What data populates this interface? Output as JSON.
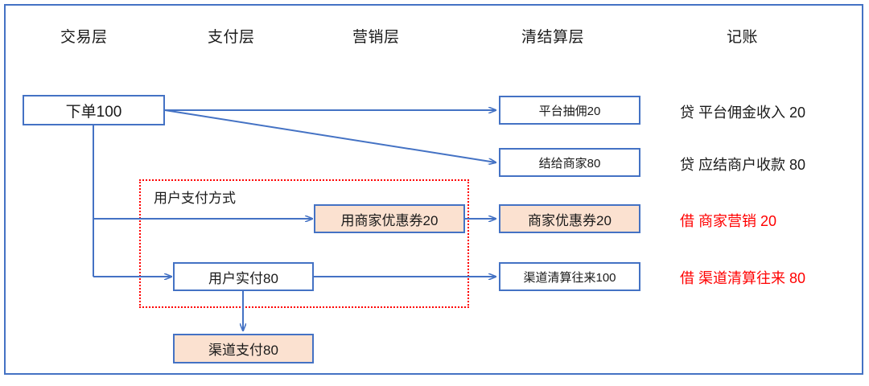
{
  "diagram": {
    "frame_color": "#4472c4",
    "box_border_color": "#4472c4",
    "box_fill_highlight": "#fbe1d0",
    "group_border_color": "#ff0000",
    "ledger_credit_color": "#1a1a1a",
    "ledger_debit_color": "#ff0000",
    "columns": [
      {
        "label": "交易层"
      },
      {
        "label": "支付层"
      },
      {
        "label": "营销层"
      },
      {
        "label": "清结算层"
      },
      {
        "label": "记账"
      }
    ],
    "group": {
      "label": "用户支付方式"
    },
    "nodes": [
      {
        "id": "order",
        "label": "下单100"
      },
      {
        "id": "platform-commission",
        "label": "平台抽佣20"
      },
      {
        "id": "settle-merchant",
        "label": "结给商家80"
      },
      {
        "id": "use-merchant-coupon",
        "label": "用商家优惠券20"
      },
      {
        "id": "merchant-coupon",
        "label": "商家优惠券20"
      },
      {
        "id": "user-actual-pay",
        "label": "用户实付80"
      },
      {
        "id": "channel-clearing",
        "label": "渠道清算往来100"
      },
      {
        "id": "channel-payment",
        "label": "渠道支付80"
      }
    ],
    "ledger_entries": [
      {
        "id": "entry-commission-income",
        "text": "贷 平台佣金收入 20",
        "type": "credit"
      },
      {
        "id": "entry-merchant-payable",
        "text": "贷 应结商户收款 80",
        "type": "credit"
      },
      {
        "id": "entry-merchant-marketing",
        "text": "借 商家营销 20",
        "type": "debit"
      },
      {
        "id": "entry-channel-clearing",
        "text": "借 渠道清算往来 80",
        "type": "debit"
      }
    ]
  }
}
